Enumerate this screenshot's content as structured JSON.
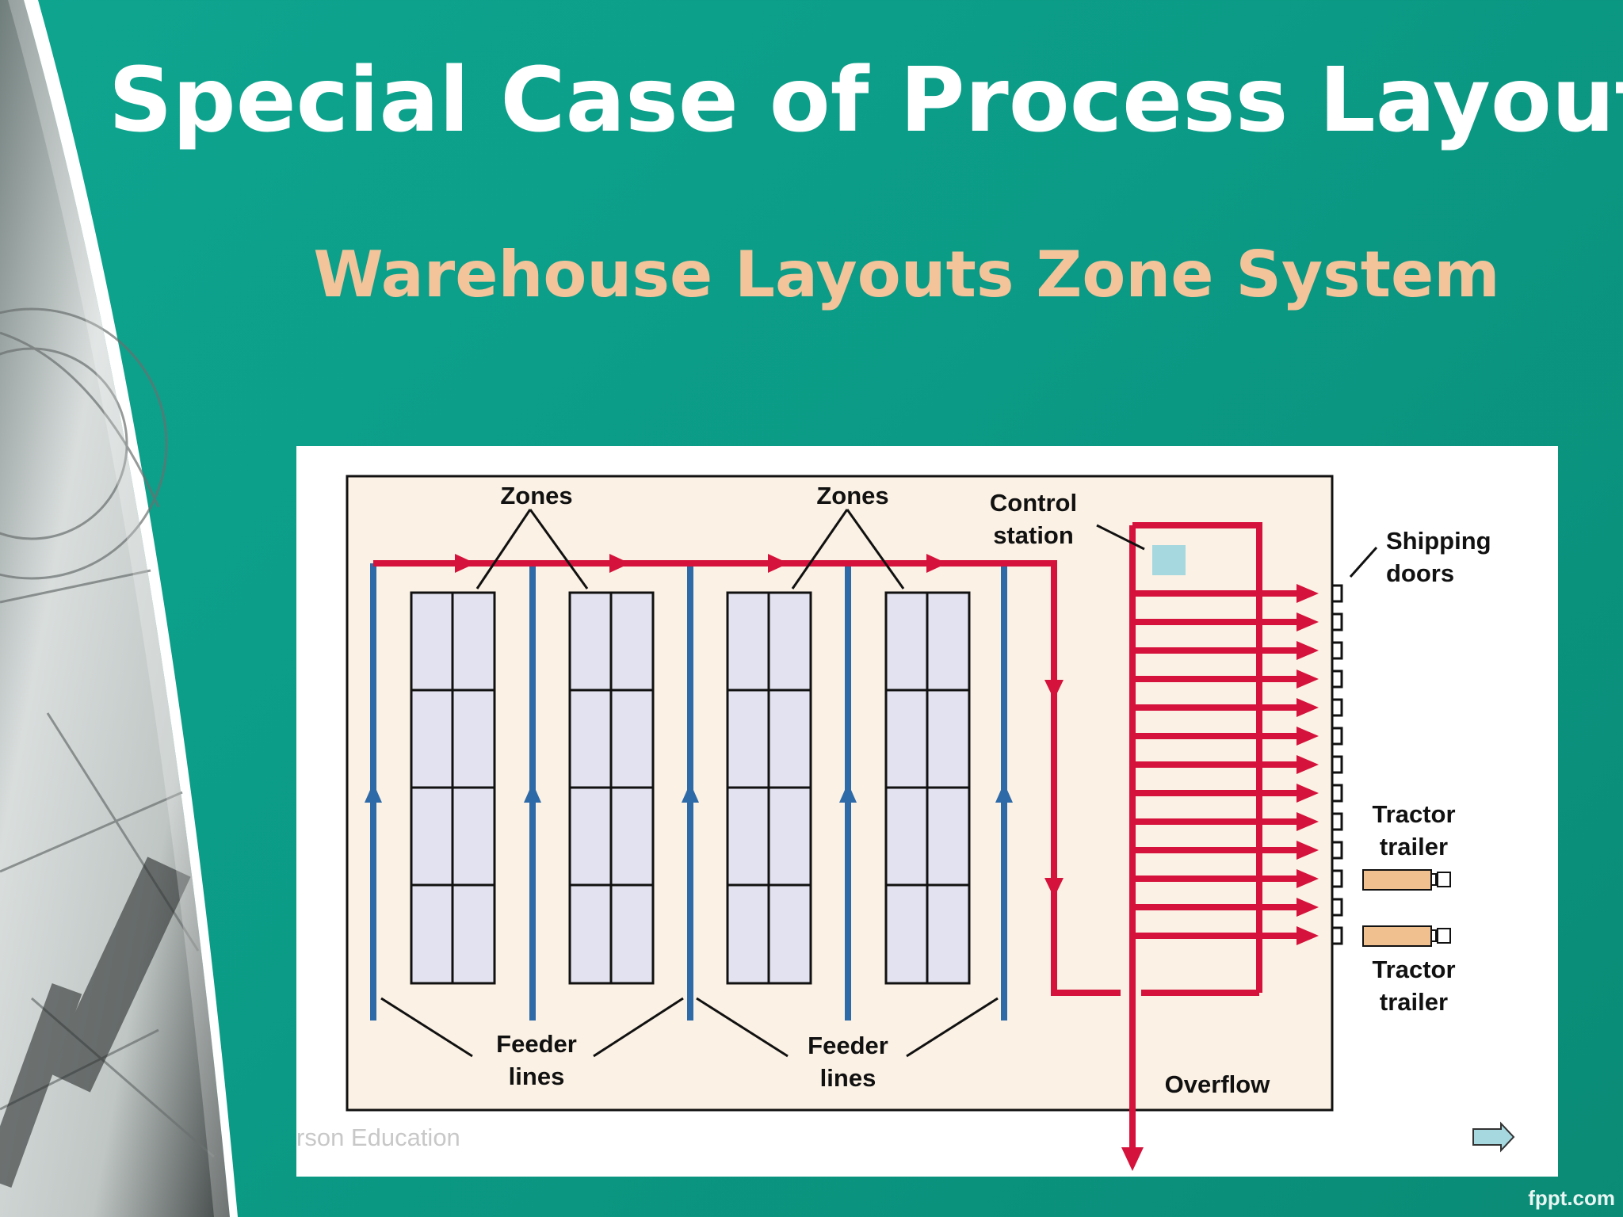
{
  "slide": {
    "title": "Special Case of Process Layout",
    "subtitle": "Warehouse Layouts Zone System",
    "credit": "rson Education",
    "watermark": "fppt.com"
  },
  "diagram": {
    "labels": {
      "zones_left": "Zones",
      "zones_right": "Zones",
      "control_line1": "Control",
      "control_line2": "station",
      "shipping_line1": "Shipping",
      "shipping_line2": "doors",
      "tractor1_line1": "Tractor",
      "tractor1_line2": "trailer",
      "tractor2_line1": "Tractor",
      "tractor2_line2": "trailer",
      "feeder_left_line1": "Feeder",
      "feeder_left_line2": "lines",
      "feeder_right_line1": "Feeder",
      "feeder_right_line2": "lines",
      "overflow": "Overflow"
    },
    "colors": {
      "conveyor": "#d5123b",
      "feeder": "#2e6aa8",
      "floor": "#fbf1e4",
      "rack": "#e2e2f0",
      "control_station": "#a6d8e0",
      "trailer": "#f0c08f"
    }
  }
}
